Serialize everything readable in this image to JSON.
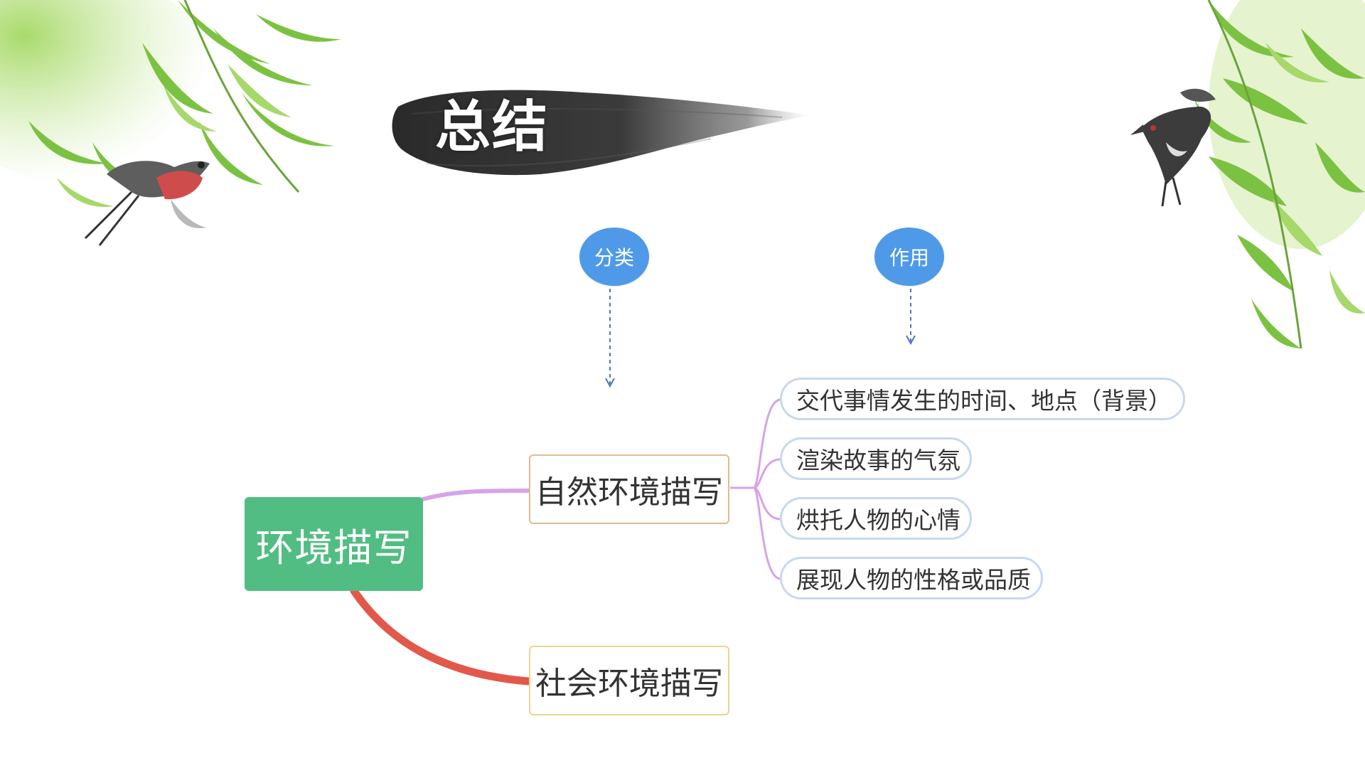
{
  "title": "总结",
  "labels": {
    "classification": "分类",
    "function": "作用"
  },
  "mindmap": {
    "root": "环境描写",
    "branches": [
      {
        "label": "自然环境描写",
        "children": [
          "交代事情发生的时间、地点（背景）",
          "渲染故事的气氛",
          "烘托人物的心情",
          "展现人物的性格或品质"
        ]
      },
      {
        "label": "社会环境描写",
        "children": []
      }
    ]
  },
  "colors": {
    "root": "#52bd83",
    "label_circle": "#4e9ae8",
    "branch_natural_border": "#e2ba8f",
    "branch_social_border": "#ecd58a",
    "connector_natural": "#d7a3e8",
    "connector_social": "#e2584a",
    "leaf_border": "#c8d8ee",
    "arrow": "#4e77b8"
  },
  "decorations": [
    "bamboo-left-icon",
    "swallow-left-icon",
    "bamboo-right-icon",
    "swallow-right-icon",
    "ink-brush-icon"
  ]
}
